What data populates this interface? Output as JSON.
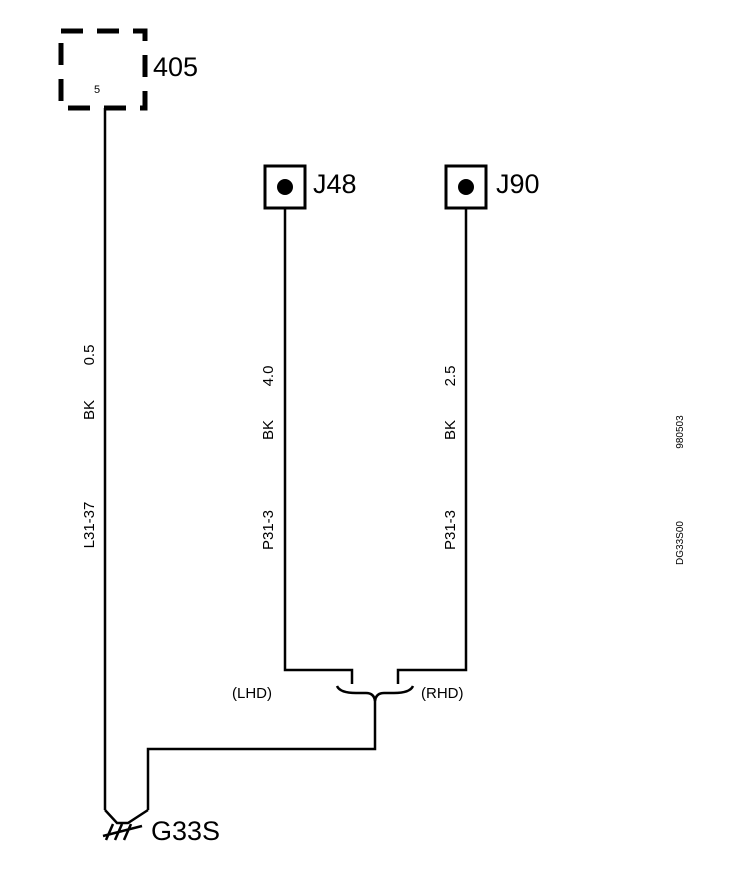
{
  "component_405": {
    "id": "405",
    "pin": "5"
  },
  "connector_j48": {
    "id": "J48"
  },
  "connector_j90": {
    "id": "J90"
  },
  "wire_405": {
    "size": "0.5",
    "color": "BK",
    "code": "L31-37"
  },
  "wire_j48": {
    "size": "4.0",
    "color": "BK",
    "code": "P31-3"
  },
  "wire_j90": {
    "size": "2.5",
    "color": "BK",
    "code": "P31-3"
  },
  "variants": {
    "left": "(LHD)",
    "right": "(RHD)"
  },
  "ground": {
    "id": "G33S"
  },
  "side_codes": {
    "date": "980503",
    "diagram_id": "DG33S00"
  }
}
